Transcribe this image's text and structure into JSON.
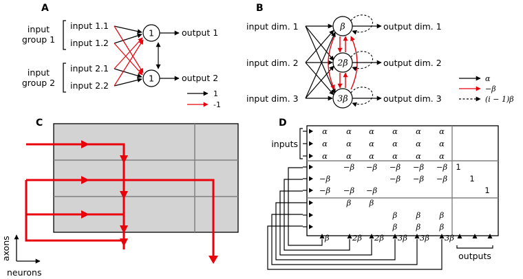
{
  "panels": {
    "A": {
      "label": "A",
      "inputs": [
        "input 1.1",
        "input 1.2",
        "input 2.1",
        "input 2.2"
      ],
      "groups": [
        {
          "line1": "input",
          "line2": "group 1"
        },
        {
          "line1": "input",
          "line2": "group 2"
        }
      ],
      "neurons": [
        "1",
        "1"
      ],
      "outputs": [
        "output 1",
        "output 2"
      ],
      "legend": [
        {
          "value": "1",
          "color": "#000000"
        },
        {
          "value": "-1",
          "color": "#e8000b"
        }
      ]
    },
    "B": {
      "label": "B",
      "inputs": [
        "input dim. 1",
        "input dim. 2",
        "input dim. 3"
      ],
      "neurons": [
        "β",
        "2β",
        "3β"
      ],
      "outputs": [
        "output dim. 1",
        "output dim. 2",
        "output dim. 3"
      ],
      "legend": [
        {
          "value": "α",
          "color": "#000000",
          "style": "solid"
        },
        {
          "value": "−β",
          "color": "#e8000b",
          "style": "solid"
        },
        {
          "value": "(i − 1)β",
          "color": "#000000",
          "style": "dashed"
        }
      ]
    },
    "C": {
      "label": "C",
      "axis_vertical": "axons",
      "axis_horizontal": "neurons"
    },
    "D": {
      "label": "D",
      "inputs_label": "inputs",
      "outputs_label": "outputs",
      "matrix_rows": [
        [
          "α",
          "α",
          "α",
          "α",
          "α",
          "α",
          "",
          "",
          ""
        ],
        [
          "α",
          "α",
          "α",
          "α",
          "α",
          "α",
          "",
          "",
          ""
        ],
        [
          "α",
          "α",
          "α",
          "α",
          "α",
          "α",
          "",
          "",
          ""
        ],
        [
          "",
          "−β",
          "−β",
          "−β",
          "−β",
          "−β",
          "1",
          "",
          ""
        ],
        [
          "−β",
          "",
          "",
          "−β",
          "−β",
          "−β",
          "",
          "1",
          ""
        ],
        [
          "−β",
          "−β",
          "−β",
          "",
          "",
          "",
          "",
          "",
          "1"
        ],
        [
          "",
          "β",
          "β",
          "",
          "",
          "",
          "",
          "",
          ""
        ],
        [
          "",
          "",
          "",
          "β",
          "β",
          "β",
          "",
          "",
          ""
        ],
        [
          "",
          "",
          "",
          "β",
          "β",
          "β",
          "",
          "",
          ""
        ]
      ],
      "thresholds": [
        "β",
        "2β",
        "2β",
        "3β",
        "3β",
        "3β"
      ]
    }
  },
  "colors": {
    "red": "#e8000b",
    "black": "#000000",
    "crossbar_fill": "#d3d3d3",
    "crossbar_grid": "#808080"
  }
}
